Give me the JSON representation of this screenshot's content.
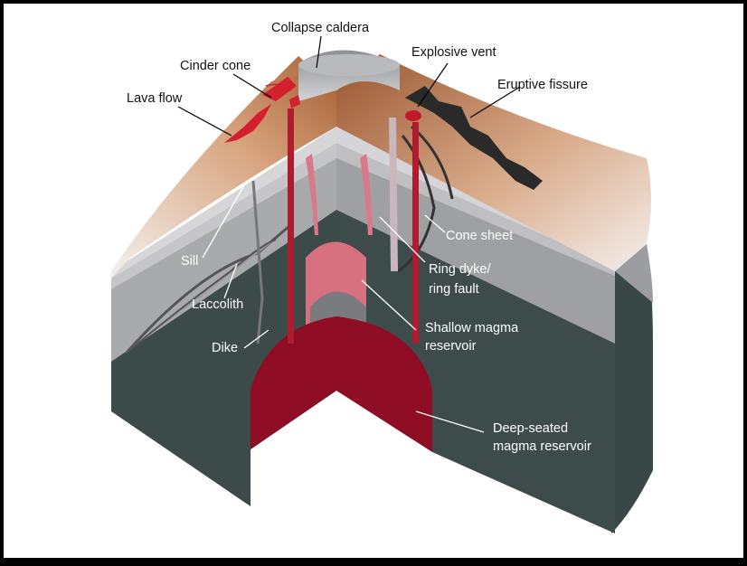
{
  "labels": {
    "collapse_caldera": "Collapse caldera",
    "cinder_cone": "Cinder cone",
    "explosive_vent": "Explosive vent",
    "lava_flow": "Lava flow",
    "eruptive_fissure": "Eruptive fissure",
    "cone_sheet": "Cone sheet",
    "sill": "Sill",
    "ring_dyke_line1": "Ring dyke/",
    "ring_dyke_line2": "ring fault",
    "laccolith": "Laccolith",
    "shallow_magma_line1": "Shallow magma",
    "shallow_magma_line2": "reservoir",
    "dike": "Dike",
    "deep_magma_line1": "Deep-seated",
    "deep_magma_line2": "magma reservoir"
  },
  "colors": {
    "frame": "#000000",
    "background": "#ffffff",
    "crust": "#3c4a49",
    "gray_layer": "#a9aaac",
    "light_layer": "#d6d5d8",
    "magma_deep": "#8e0c24",
    "magma_shallow": "#d7707f",
    "surface_brown": "#b8734a",
    "lava": "#d4202e",
    "fissure": "#222222"
  },
  "icons": [
    "volcano-cross-section-illustration"
  ]
}
